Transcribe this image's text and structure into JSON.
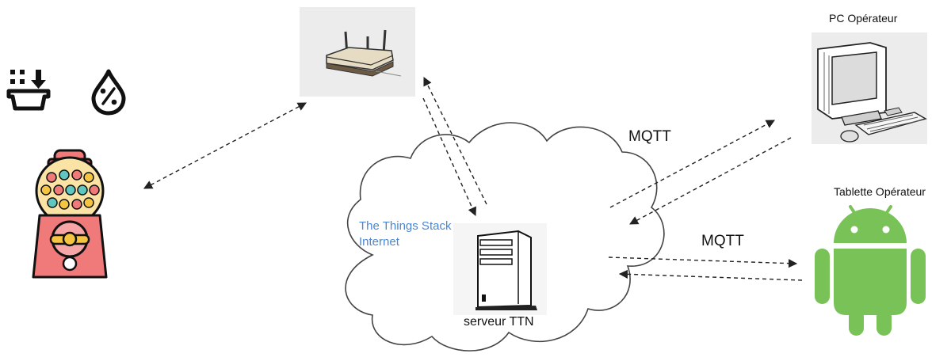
{
  "diagram": {
    "cloud": {
      "title": "The Things Stack",
      "subtitle": "Internet"
    },
    "server": {
      "label": "serveur TTN"
    },
    "pc": {
      "label": "PC Opérateur"
    },
    "tablet": {
      "label": "Tablette Opérateur"
    },
    "links": {
      "pc_protocol": "MQTT",
      "tablet_protocol": "MQTT"
    },
    "icons": {
      "sensor_1": "dispenser-download-icon",
      "sensor_2": "humidity-percent-drop-icon",
      "device": "gumball-machine-icon",
      "gateway": "lorawan-gateway-router-icon",
      "server": "server-tower-icon",
      "pc": "desktop-computer-icon",
      "tablet": "android-robot-icon"
    },
    "colors": {
      "cloud_label": "#4a86d4",
      "android": "#78c257",
      "arrow": "#222222"
    }
  }
}
